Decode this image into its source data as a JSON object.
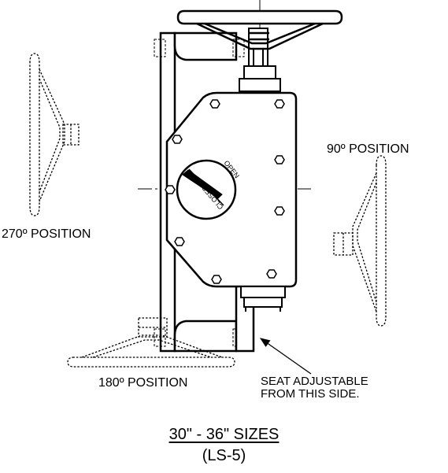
{
  "labels": {
    "pos_90": "90º POSITION",
    "pos_270": "270º POSITION",
    "pos_180": "180º POSITION",
    "note_line1": "SEAT ADJUSTABLE",
    "note_line2": "FROM THIS SIDE."
  },
  "dial": {
    "open": "OPEN",
    "closed": "CLOSED"
  },
  "title": {
    "sizes": "30\" - 36\" SIZES",
    "model": "(LS-5)"
  }
}
